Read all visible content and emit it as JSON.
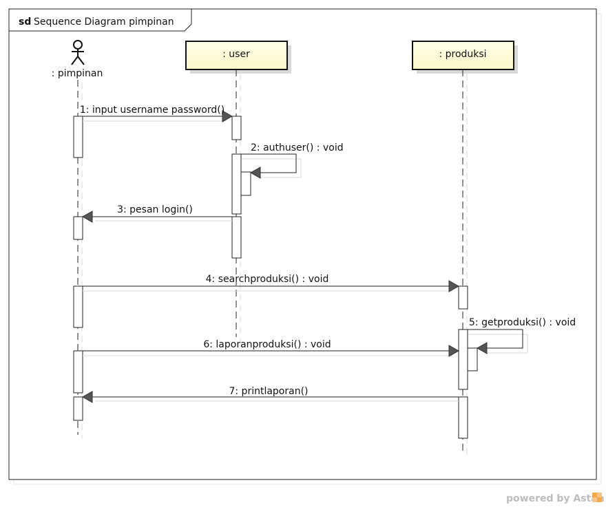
{
  "frame": {
    "keyword": "sd",
    "title": "Sequence Diagram pimpinan"
  },
  "lifelines": [
    {
      "name": ": pimpinan",
      "kind": "actor"
    },
    {
      "name": ": user",
      "kind": "object"
    },
    {
      "name": ": produksi",
      "kind": "object"
    }
  ],
  "messages": [
    {
      "label": "1: input username password()"
    },
    {
      "label": "2: authuser() : void"
    },
    {
      "label": "3: pesan login()"
    },
    {
      "label": "4: searchproduksi() : void"
    },
    {
      "label": "5: getproduksi() : void"
    },
    {
      "label": "6: laporanproduksi() : void"
    },
    {
      "label": "7: printlaporan()"
    }
  ],
  "watermark": {
    "text": "powered by Astah"
  },
  "colors": {
    "object_box_fill": "#ffffd6",
    "arrowhead": "#555555",
    "shadow": "#cccccc"
  }
}
